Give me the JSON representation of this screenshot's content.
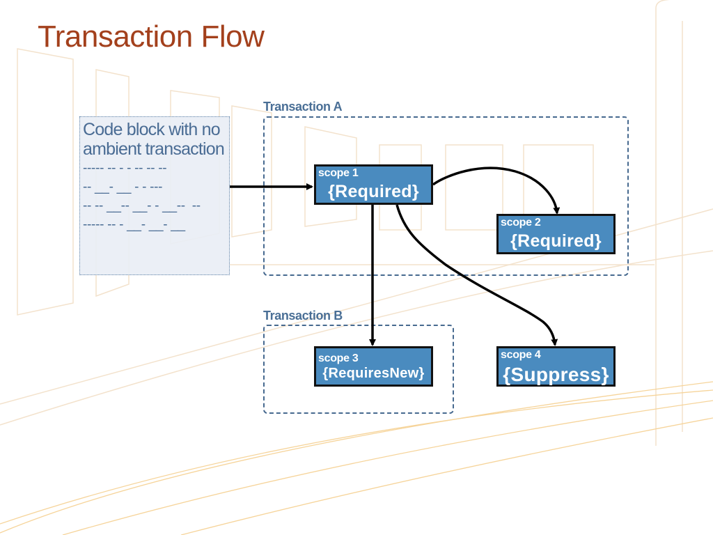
{
  "title": "Transaction Flow",
  "code_block": {
    "text": "Code block with no ambient transaction",
    "lines": [
      "----- -- - - -- -- --",
      "-- __- __ - - ---",
      "-- -- __-- __- - __--  --",
      "----- -- - __- __- __"
    ]
  },
  "transactions": {
    "a": {
      "label": "Transaction A"
    },
    "b": {
      "label": "Transaction B"
    }
  },
  "scopes": {
    "s1": {
      "name": "scope 1",
      "mode": "{Required}"
    },
    "s2": {
      "name": "scope 2",
      "mode": "{Required}"
    },
    "s3": {
      "name": "scope 3",
      "mode": "{RequiresNew}"
    },
    "s4": {
      "name": "scope 4",
      "mode": "{Suppress}"
    }
  },
  "colors": {
    "title": "#a3401c",
    "scope_fill": "#4a8bbf",
    "tx_border": "#46698f",
    "code_text": "#4a6c94",
    "decor_line": "#f3ddc0"
  }
}
